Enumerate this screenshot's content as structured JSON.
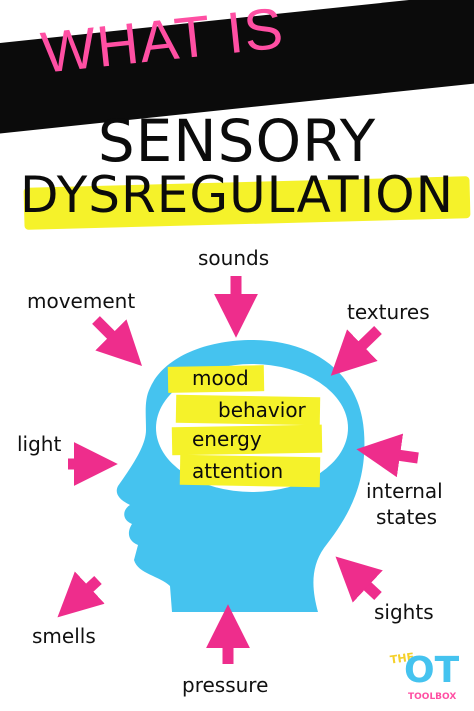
{
  "title": {
    "line1": "WHAT IS",
    "line2": "SENSORY",
    "line3": "DYSREGULATION"
  },
  "inputs": {
    "sounds": "sounds",
    "movement": "movement",
    "textures": "textures",
    "light": "light",
    "internal_line1": "internal",
    "internal_line2": "states",
    "smells": "smells",
    "sights": "sights",
    "pressure": "pressure"
  },
  "brain": {
    "mood": "mood",
    "behavior": "behavior",
    "energy": "energy",
    "attention": "attention"
  },
  "logo": {
    "the": "THE",
    "ot": "OT",
    "toolbox": "TOOLBOX"
  },
  "colors": {
    "accent_pink": "#ff4fa3",
    "arrow_pink": "#ee2d8c",
    "head_blue": "#45c3ef",
    "highlight_yellow": "#f5f22a",
    "banner_black": "#0b0b0b"
  }
}
